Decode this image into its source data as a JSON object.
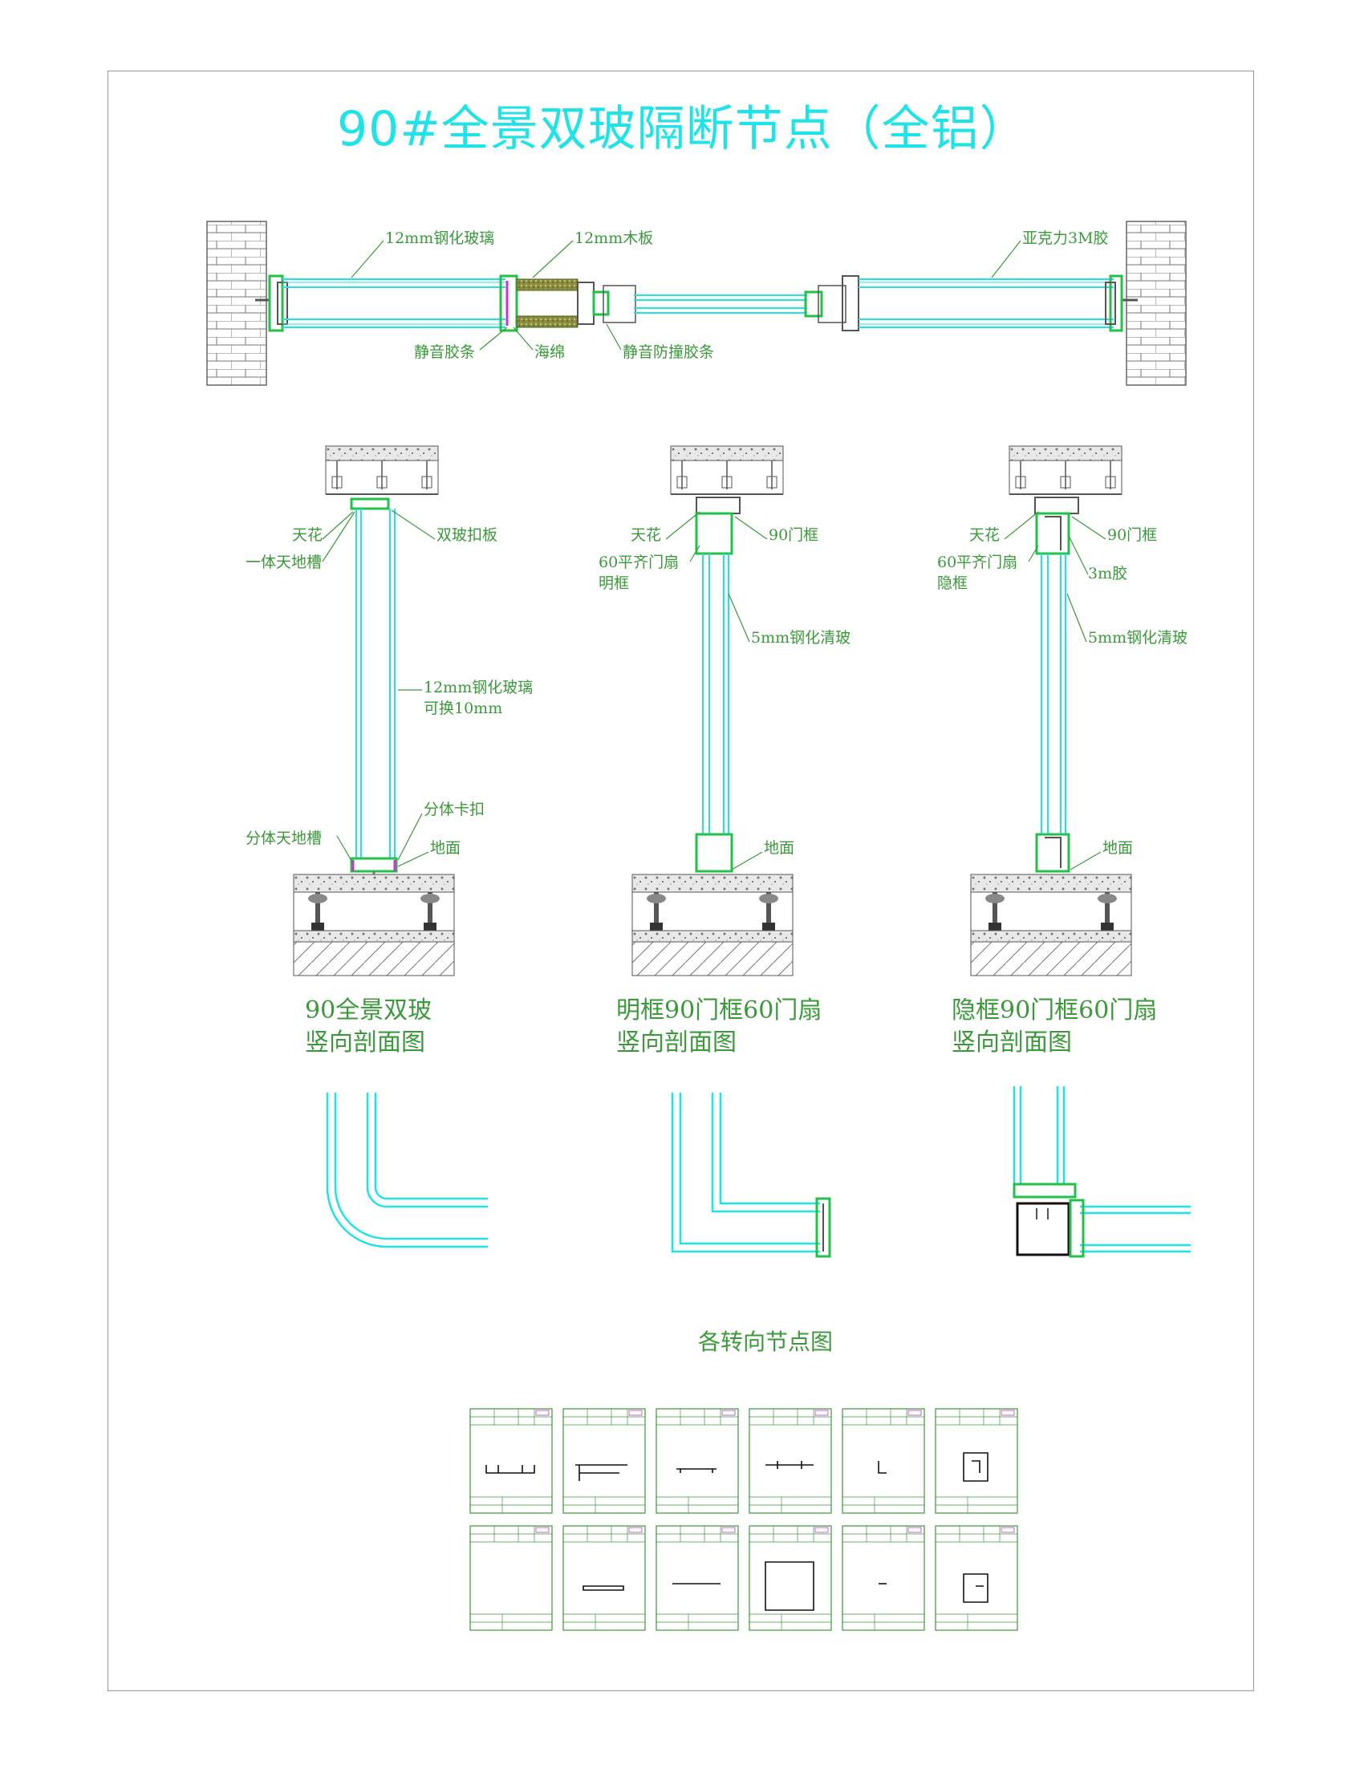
{
  "title": "90#全景双玻隔断节点（全铝）",
  "plan_labels": {
    "glass12": "12mm钢化玻璃",
    "wood12": "12mm木板",
    "acrylic": "亚克力3M胶",
    "seal": "静音胶条",
    "sponge": "海绵",
    "bumper": "静音防撞胶条"
  },
  "section1": {
    "ceiling": "天花",
    "track": "一体天地槽",
    "cover": "双玻扣板",
    "glass": "12mm钢化玻璃",
    "glass_alt": "可换10mm",
    "clip": "分体卡扣",
    "split_track": "分体天地槽",
    "floor": "地面",
    "caption_l1": "90全景双玻",
    "caption_l2": "竖向剖面图"
  },
  "section2": {
    "ceiling": "天花",
    "frame90": "90门框",
    "door60_l1": "60平齐门扇",
    "door60_l2": "明框",
    "glass5": "5mm钢化清玻",
    "floor": "地面",
    "caption_l1": "明框90门框60门扇",
    "caption_l2": "竖向剖面图"
  },
  "section3": {
    "ceiling": "天花",
    "frame90": "90门框",
    "door60_l1": "60平齐门扇",
    "door60_l2": "隐框",
    "glue3m": "3m胶",
    "glass5": "5mm钢化清玻",
    "floor": "地面",
    "caption_l1": "隐框90门框60门扇",
    "caption_l2": "竖向剖面图"
  },
  "corner_caption": "各转向节点图",
  "colors": {
    "cyan": "#1fe3e6",
    "green": "#3a9a3a",
    "bright_green": "#22c24a",
    "magenta": "#cc33cc",
    "gray": "#555555"
  }
}
